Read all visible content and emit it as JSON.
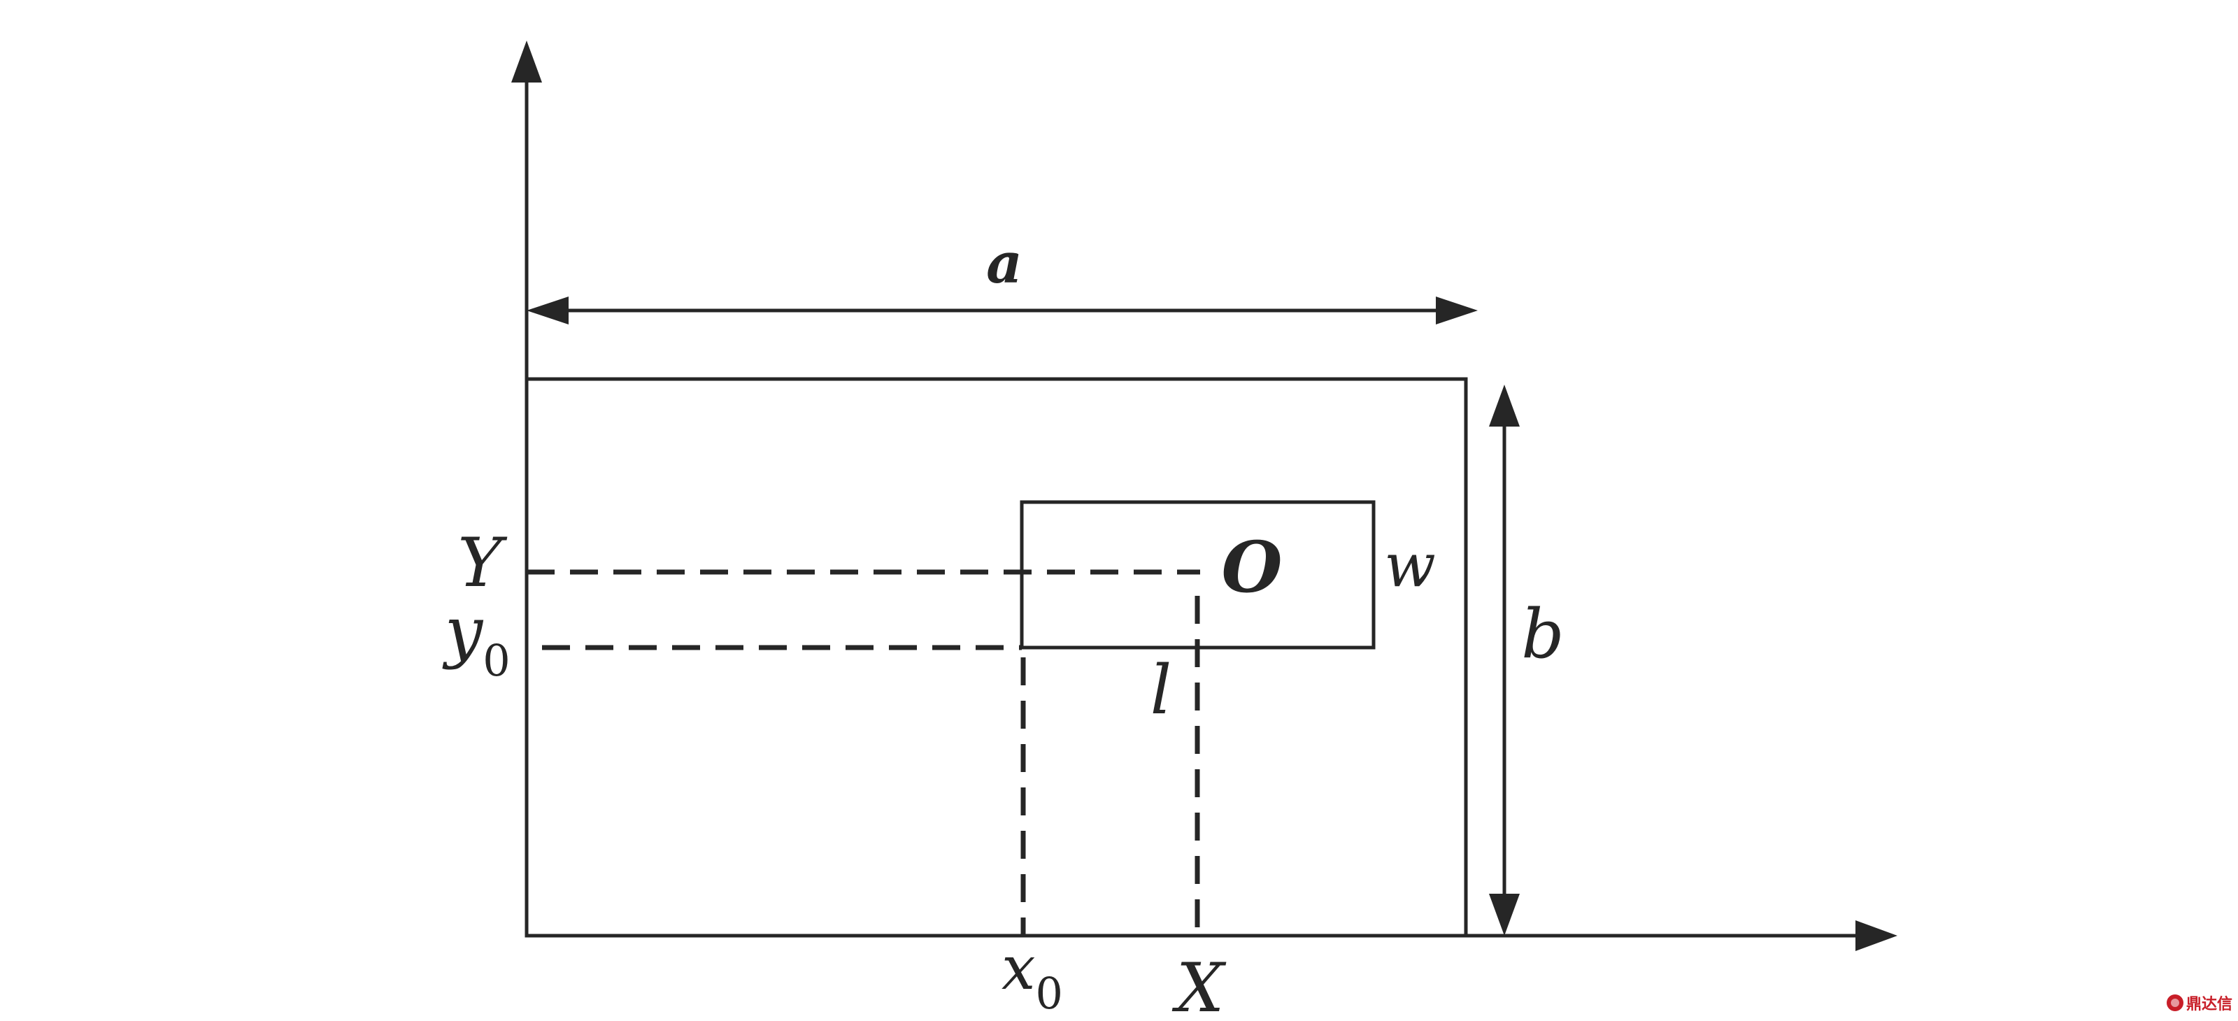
{
  "labels": {
    "a": "a",
    "b": "b",
    "Y": "Y",
    "y0_base": "y",
    "y0_sub": "0",
    "O": "O",
    "w": "w",
    "l": "l",
    "x0_base": "x",
    "x0_sub": "0",
    "X": "X"
  },
  "watermark": {
    "text": "鼎达信",
    "icon": "seal-icon",
    "color": "#c81e28"
  },
  "colors": {
    "stroke": "#262626",
    "background": "#ffffff"
  }
}
